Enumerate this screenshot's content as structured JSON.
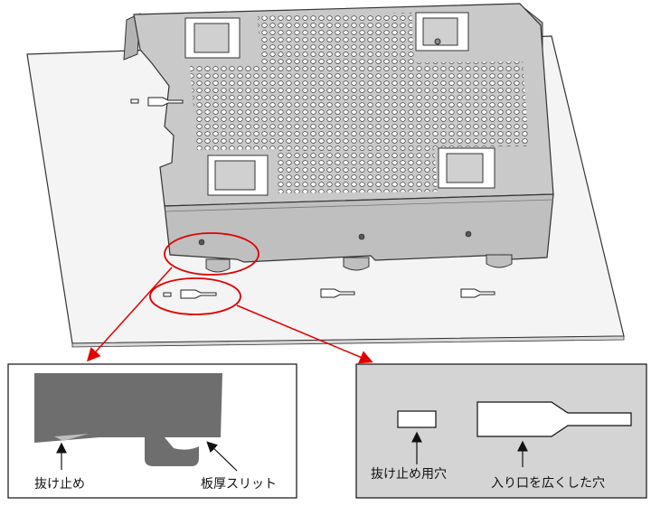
{
  "labels": {
    "left_stopper": "抜け止め",
    "left_slit": "板厚スリット",
    "right_hole": "抜け止め用穴",
    "right_wide": "入り口を広くした穴"
  },
  "colors": {
    "plate": "#f4f4f4",
    "chassis": "#c9c9c9",
    "chassis_dark": "#a8a8a8",
    "callout": "#e00000",
    "tab_gray": "#6e6e6e",
    "right_bg": "#d4d4d4"
  }
}
